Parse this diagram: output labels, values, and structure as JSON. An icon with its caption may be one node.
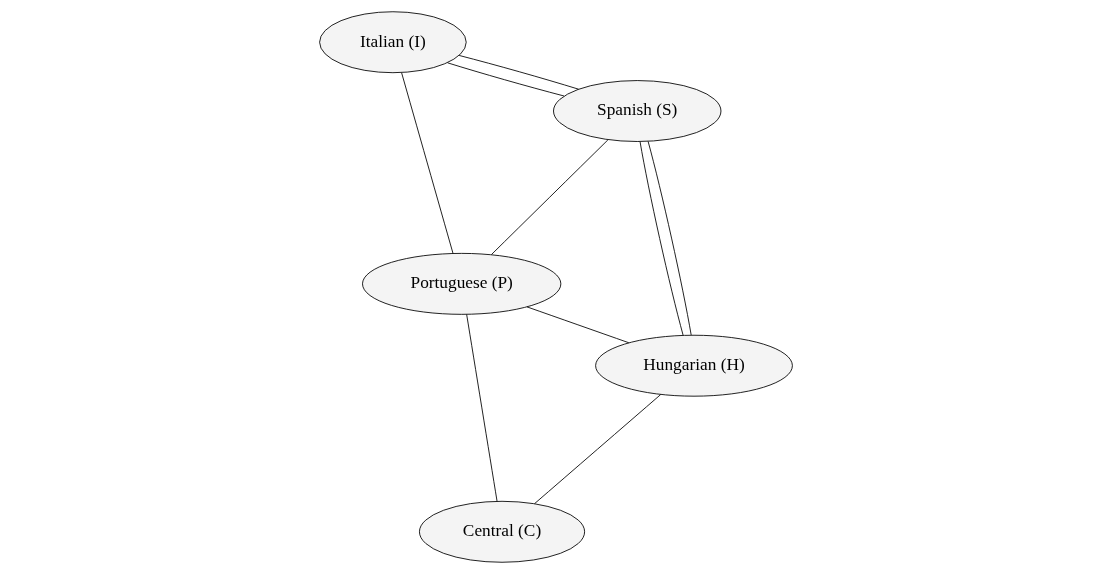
{
  "diagram": {
    "nodes": [
      {
        "text": [
          "Italian (I)"
        ]
      },
      {
        "text": [
          "Spanish (S)"
        ]
      },
      {
        "text": [
          "Central (C)"
        ]
      },
      {
        "text": [
          "Portuguese (P)"
        ]
      },
      {
        "text": [
          "Hungarian (H)"
        ]
      }
    ],
    "edges": [
      {
        "from": 0,
        "to": 1,
        "arrow": "none"
      },
      {
        "from": 0,
        "to": 1,
        "arrow": "none"
      },
      {
        "from": 0,
        "to": 3,
        "arrow": "none"
      },
      {
        "from": 1,
        "to": 3,
        "arrow": "none"
      },
      {
        "from": 1,
        "to": 4,
        "arrow": "none"
      },
      {
        "from": 1,
        "to": 4,
        "arrow": "none"
      },
      {
        "from": 3,
        "to": 2,
        "arrow": "none"
      },
      {
        "from": 2,
        "to": 4,
        "arrow": "none"
      },
      {
        "from": 3,
        "to": 4,
        "arrow": "none"
      }
    ]
  }
}
